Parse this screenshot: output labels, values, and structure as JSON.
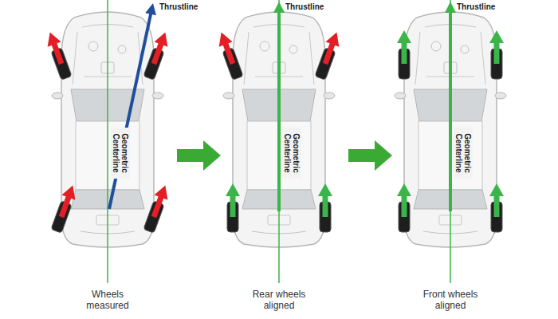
{
  "diagram": {
    "labels": [
      "Thrustline",
      "Geometric Centerline",
      "Wheels measured",
      "Thrustline",
      "Geometric Centerline",
      "Rear wheels aligned",
      "Thrustline",
      "Geometric Centerline",
      "Front wheels aligned"
    ]
  }
}
